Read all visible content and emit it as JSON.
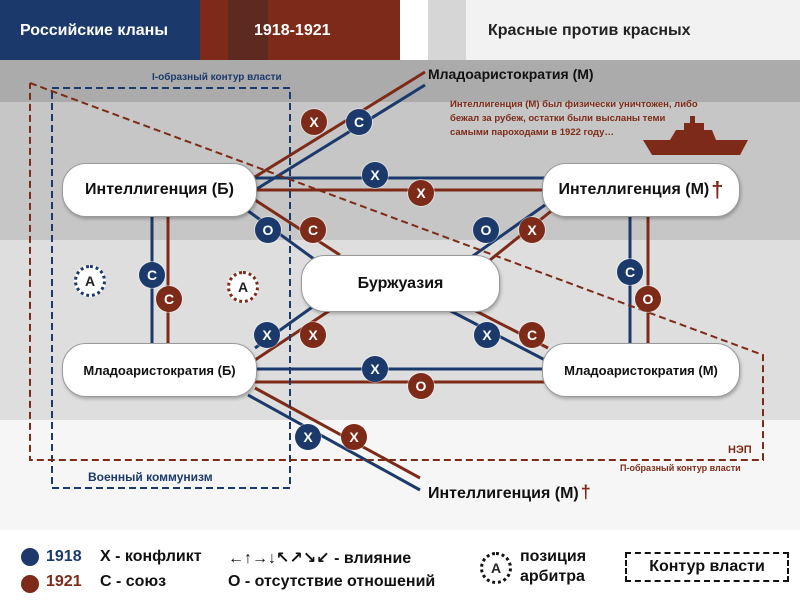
{
  "header": {
    "title": "Российские кланы",
    "years": "1918-1921",
    "subtitle": "Красные против красных"
  },
  "nodes": {
    "intel_b": "Интеллигенция (Б)",
    "intel_m": "Интеллигенция (М)",
    "bourgeoisie": "Буржуазия",
    "young_b": "Младоаристократия (Б)",
    "young_m": "Младоаристократия (М)"
  },
  "outer_labels": {
    "young_m_top": "Младоаристократия (М)",
    "intel_m_bottom": "Интеллигенция (М)"
  },
  "cross_symbol": "†",
  "note": "Интеллигенция (М) был физически уничтожен, либо бежал за рубеж, остатки были высланы теми самыми пароходами в 1922 году…",
  "contours": {
    "i_shaped": "I-образный контур власти",
    "war_communism": "Военный коммунизм",
    "nep": "НЭП",
    "p_shaped": "П-образный контур власти"
  },
  "badges": {
    "x": "Х",
    "c": "С",
    "o": "О",
    "a": "А"
  },
  "legend": {
    "year_1918": "1918",
    "year_1921": "1921",
    "conflict": "Х - конфликт",
    "union": "С - союз",
    "influence": "←↑→↓↖↗↘↙ - влияние",
    "no_relation": "О - отсутствие отношений",
    "arbiter_line1": "позиция",
    "arbiter_line2": "арбитра",
    "power_contour": "Контур власти"
  },
  "colors": {
    "y1918": "#1b3a6b",
    "y1921": "#7d2b18",
    "band_dark": "#ababab",
    "band_mid": "#c6c6c6",
    "band_light": "#dedede"
  }
}
